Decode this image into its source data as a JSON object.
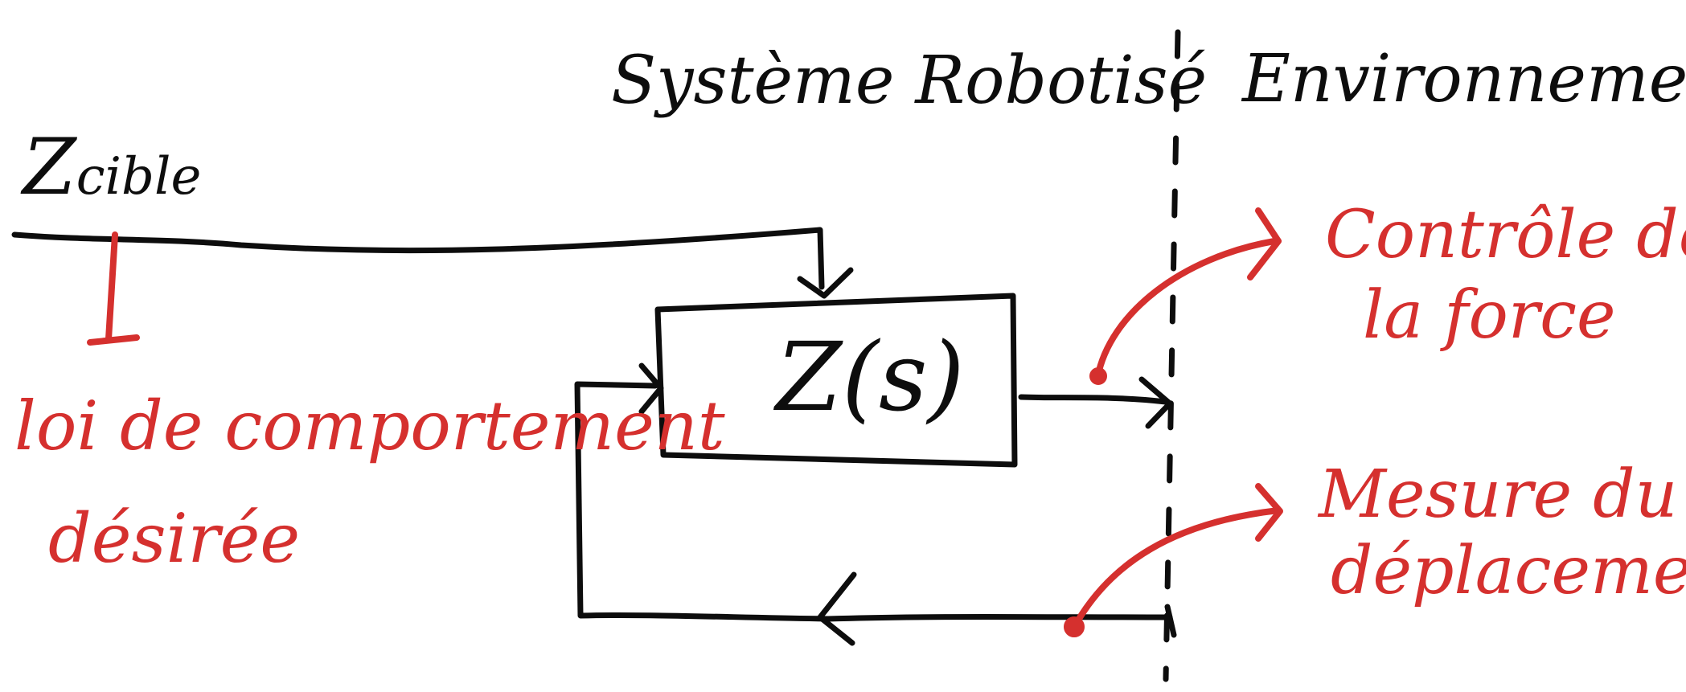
{
  "colors": {
    "ink": "#0d0d0d",
    "accent": "#d5302e"
  },
  "labels": {
    "system": "Système Robotisé",
    "environment": "Environnement",
    "z_target_main": "Z",
    "z_target_sub": "cible",
    "block": "Z(s)",
    "behavior_line1": "loi de comportement",
    "behavior_line2": "désirée",
    "force_line1": "Contrôle de",
    "force_line2": "la force",
    "measure_line1": "Mesure du",
    "measure_line2": "déplacement"
  }
}
